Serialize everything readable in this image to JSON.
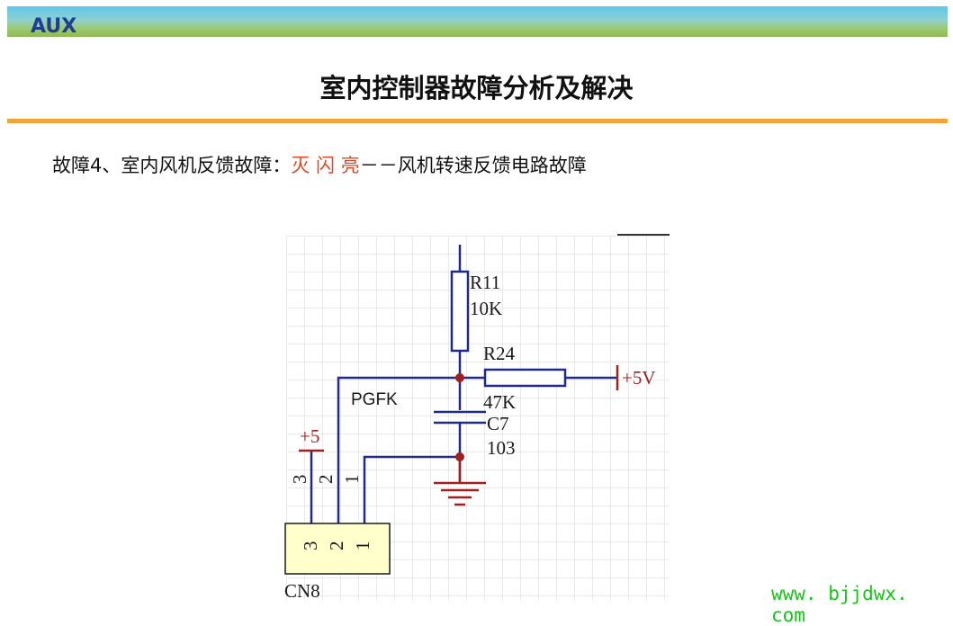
{
  "header": {
    "logo": "AUX"
  },
  "title": "室内控制器故障分析及解决",
  "fault": {
    "prefix": "故障4、室内风机反馈故障：",
    "indicator": "灭  闪  亮",
    "suffix": "－－风机转速反馈电路故障"
  },
  "schematic": {
    "r11_name": "R11",
    "r11_value": "10K",
    "r24_name": "R24",
    "r24_value": "47K",
    "c7_name": "C7",
    "c7_value": "103",
    "net_label": "PGFK",
    "supply_5v": "+5V",
    "supply_5": "+5",
    "connector": "CN8",
    "pins": [
      "3",
      "2",
      "1"
    ]
  },
  "website": "www. bjjdwx. com",
  "colors": {
    "wire": "#1f2a8c",
    "supply": "#a02020",
    "title_bar": "#5ec7ea",
    "rule": "#f2a33a",
    "highlight": "#e04a22"
  }
}
